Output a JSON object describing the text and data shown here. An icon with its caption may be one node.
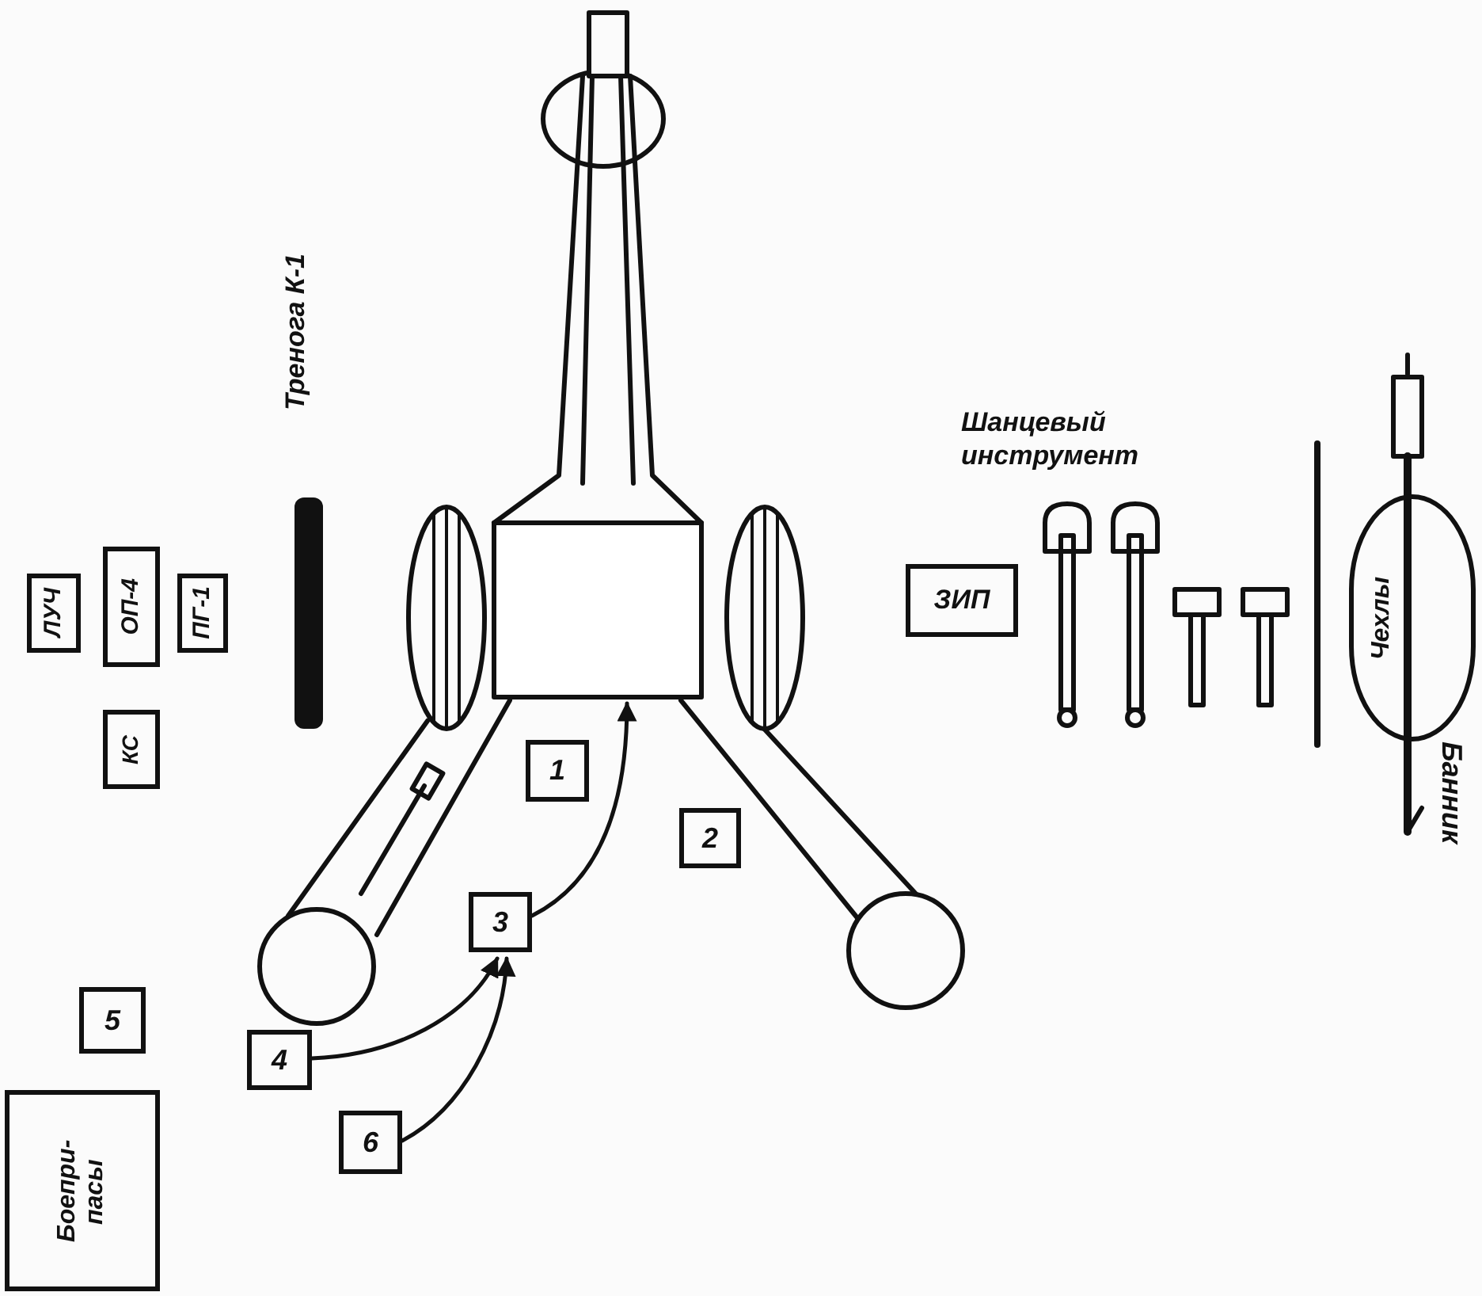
{
  "diagram": {
    "nodes": [
      {
        "text": [],
        "shape": "box"
      },
      {
        "text": [
          "ЛУЧ"
        ]
      },
      {
        "text": [
          "ОП-4"
        ]
      },
      {
        "text": [
          "ПГ-1"
        ]
      },
      {
        "text": [
          "ЗИП"
        ]
      },
      {
        "text": [
          "Чехлы"
        ]
      },
      {
        "text": [
          "КС"
        ]
      },
      {
        "text": [
          "1"
        ]
      },
      {
        "text": [
          "2"
        ]
      },
      {
        "text": [
          "3"
        ]
      },
      {
        "text": [
          "5"
        ]
      },
      {
        "text": [
          "4"
        ]
      },
      {
        "text": [
          "6"
        ]
      },
      {
        "text": [
          "Боепри- пасы"
        ]
      }
    ],
    "edges": [
      {
        "from": 9,
        "to": 0,
        "arrow": "to"
      },
      {
        "from": 11,
        "to": 9,
        "arrow": "to"
      },
      {
        "from": 12,
        "to": 9,
        "arrow": "to"
      }
    ],
    "labels": [
      "Тренога К-1",
      "Шанцевый инструмент",
      "Банник"
    ]
  }
}
